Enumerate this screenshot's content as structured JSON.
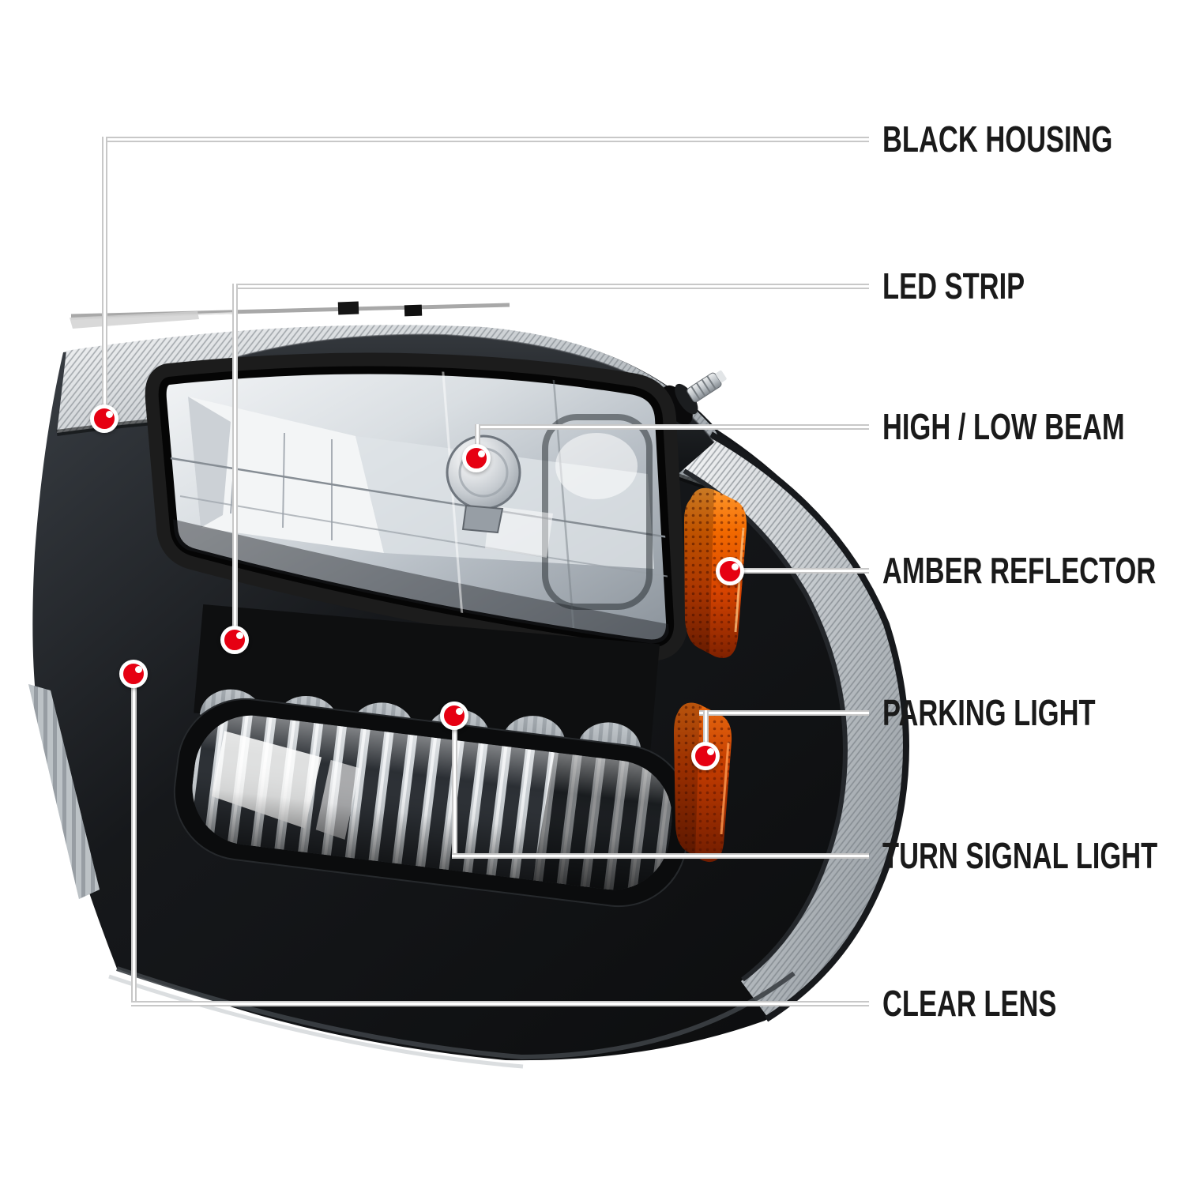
{
  "callouts": [
    {
      "id": "black-housing",
      "label": "BLACK HOUSING"
    },
    {
      "id": "led-strip",
      "label": "LED STRIP"
    },
    {
      "id": "high-low-beam",
      "label": "HIGH / LOW BEAM"
    },
    {
      "id": "amber-reflector",
      "label": "AMBER REFLECTOR"
    },
    {
      "id": "parking-light",
      "label": "PARKING LIGHT"
    },
    {
      "id": "turn-signal-light",
      "label": "TURN SIGNAL LIGHT"
    },
    {
      "id": "clear-lens",
      "label": "CLEAR LENS"
    }
  ],
  "style": {
    "marker_color": "#e60012",
    "leader_color": "#c8c8c8",
    "label_color": "#1a1a1a",
    "background": "#ffffff",
    "amber_color": "#e05800",
    "housing_color": "#121416"
  }
}
